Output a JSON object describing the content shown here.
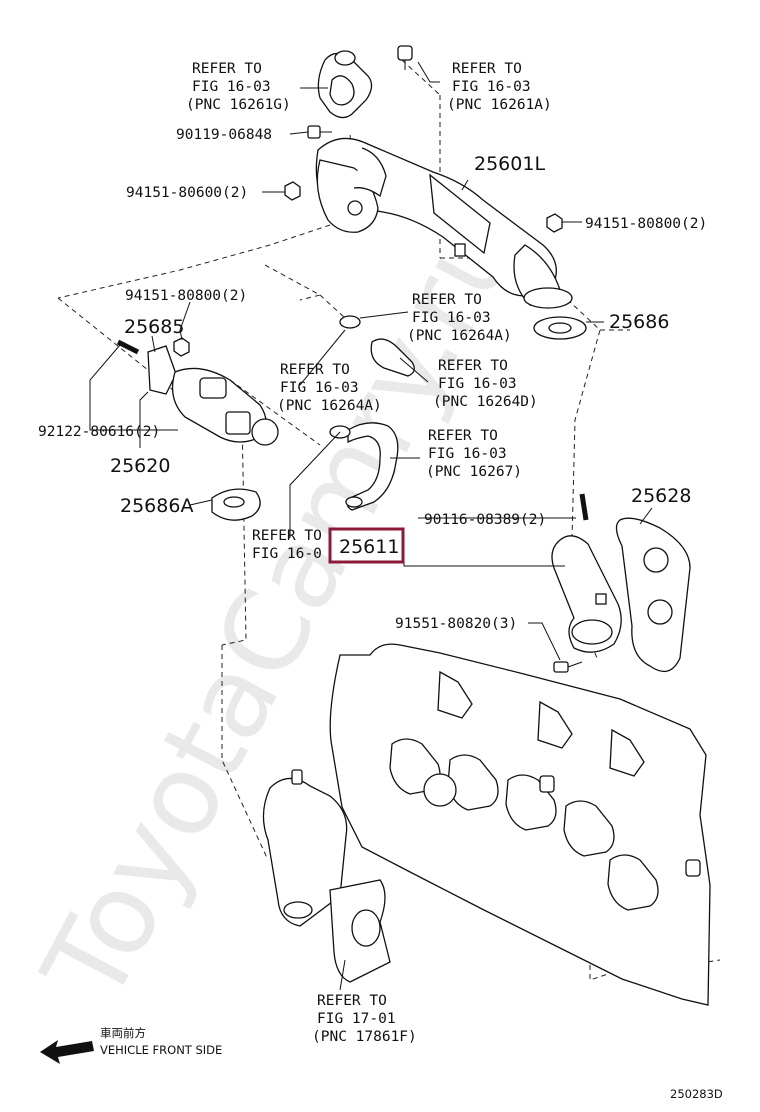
{
  "refer_16261g": [
    "REFER TO",
    "FIG 16-03",
    "(PNC 16261G)"
  ],
  "refer_16261a": [
    "REFER TO",
    "FIG 16-03",
    "(PNC 16261A)"
  ],
  "refer_16264a_right": [
    "REFER TO",
    "FIG 16-03",
    "(PNC 16264A)"
  ],
  "refer_16264a_left": [
    "REFER TO",
    "FIG 16-03",
    "(PNC 16264A)"
  ],
  "refer_16264d": [
    "REFER TO",
    "FIG 16-03",
    "(PNC 16264D)"
  ],
  "refer_16267": [
    "REFER TO",
    "FIG 16-03",
    "(PNC 16267)"
  ],
  "refer_partial": [
    "REFER TO",
    "FIG 16-0"
  ],
  "refer_17861f": [
    "REFER TO",
    "FIG 17-01",
    "(PNC 17861F)"
  ],
  "parts": {
    "p90119": "90119-06848",
    "p94151_left": "94151-80600(2)",
    "p25601l": "25601L",
    "p94151_right": "94151-80800(2)",
    "p94151_mid": "94151-80800(2)",
    "p25685": "25685",
    "p25686": "25686",
    "p92122": "92122-80616(2)",
    "p25620": "25620",
    "p25686a": "25686A",
    "p25628": "25628",
    "p90116": "90116-08389(2)",
    "p25611": "25611",
    "p91551": "91551-80820(3)"
  },
  "highlight_color": "#8b1a3a",
  "direction": {
    "jp": "車両前方",
    "en": "VEHICLE FRONT SIDE",
    "icon": "arrow-left-icon"
  },
  "figure_code": "250283D",
  "watermark": "ToyotaCamry.ru"
}
